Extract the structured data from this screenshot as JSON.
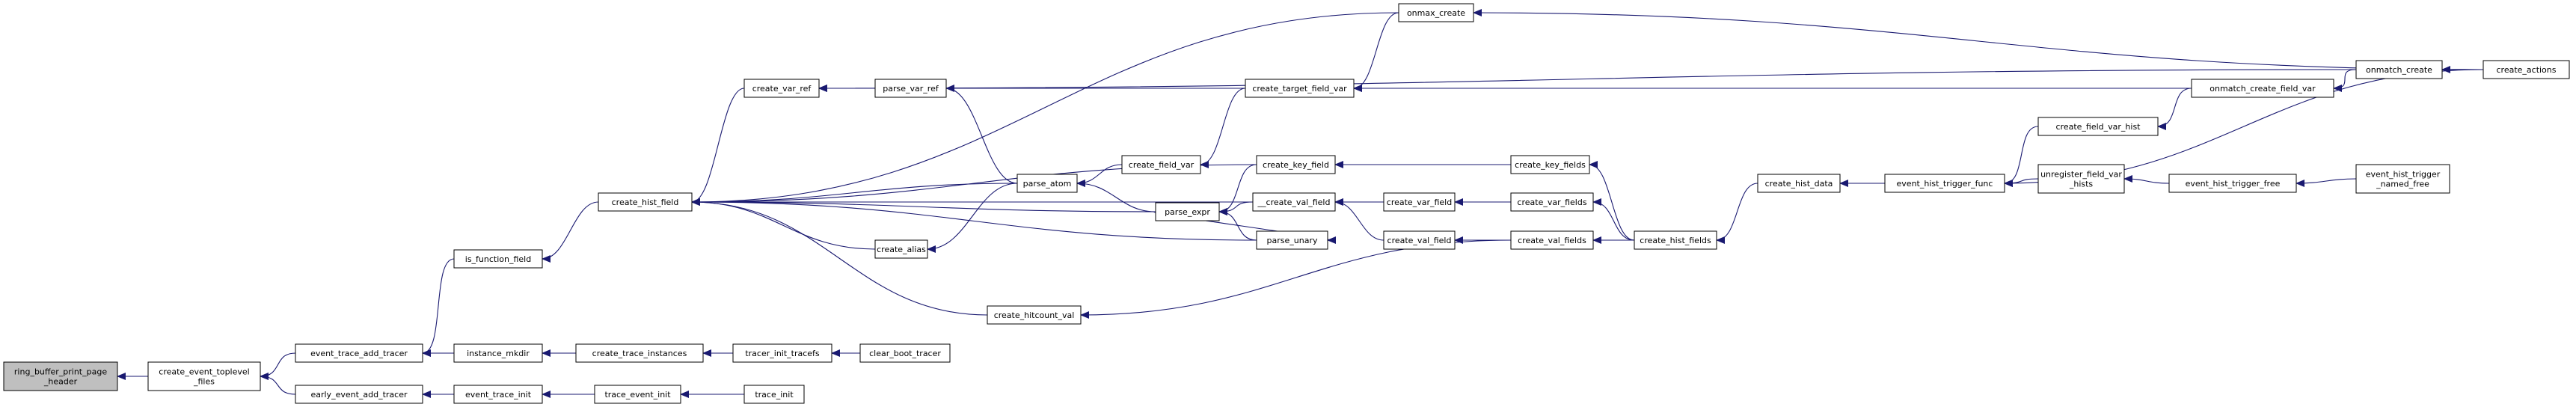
{
  "diagram": {
    "nodes": [
      {
        "id": "rbpph",
        "lines": [
          "ring_buffer_print_page",
          "_header"
        ],
        "highlight": true
      },
      {
        "id": "cetf",
        "lines": [
          "create_event_toplevel",
          "_files"
        ]
      },
      {
        "id": "etat",
        "lines": [
          "event_trace_add_tracer"
        ]
      },
      {
        "id": "eeat",
        "lines": [
          "early_event_add_tracer"
        ]
      },
      {
        "id": "iff",
        "lines": [
          "is_function_field"
        ]
      },
      {
        "id": "im",
        "lines": [
          "instance_mkdir"
        ]
      },
      {
        "id": "eti",
        "lines": [
          "event_trace_init"
        ]
      },
      {
        "id": "chf",
        "lines": [
          "create_hist_field"
        ]
      },
      {
        "id": "cti",
        "lines": [
          "create_trace_instances"
        ]
      },
      {
        "id": "tei",
        "lines": [
          "trace_event_init"
        ]
      },
      {
        "id": "cvr",
        "lines": [
          "create_var_ref"
        ]
      },
      {
        "id": "ca",
        "lines": [
          "create_alias"
        ]
      },
      {
        "id": "chv",
        "lines": [
          "create_hitcount_val"
        ]
      },
      {
        "id": "titi",
        "lines": [
          "tracer_init_tracefs"
        ]
      },
      {
        "id": "ti",
        "lines": [
          "trace_init"
        ]
      },
      {
        "id": "pvr",
        "lines": [
          "parse_var_ref"
        ]
      },
      {
        "id": "pa",
        "lines": [
          "parse_atom"
        ]
      },
      {
        "id": "cbt",
        "lines": [
          "clear_boot_tracer"
        ]
      },
      {
        "id": "pe",
        "lines": [
          "parse_expr"
        ]
      },
      {
        "id": "pu",
        "lines": [
          "parse_unary"
        ]
      },
      {
        "id": "cfv",
        "lines": [
          "create_field_var"
        ]
      },
      {
        "id": "ctfv",
        "lines": [
          "create_target_field_var"
        ]
      },
      {
        "id": "ckf",
        "lines": [
          "create_key_field"
        ]
      },
      {
        "id": "_cvf",
        "lines": [
          "__create_val_field"
        ]
      },
      {
        "id": "cvaf",
        "lines": [
          "create_var_field"
        ]
      },
      {
        "id": "cvlf",
        "lines": [
          "create_val_field"
        ]
      },
      {
        "id": "oc",
        "lines": [
          "onmax_create"
        ]
      },
      {
        "id": "ckfs",
        "lines": [
          "create_key_fields"
        ]
      },
      {
        "id": "cvafs",
        "lines": [
          "create_var_fields"
        ]
      },
      {
        "id": "cvlfs",
        "lines": [
          "create_val_fields"
        ]
      },
      {
        "id": "chfs",
        "lines": [
          "create_hist_fields"
        ]
      },
      {
        "id": "chd",
        "lines": [
          "create_hist_data"
        ]
      },
      {
        "id": "ehtf",
        "lines": [
          "event_hist_trigger_func"
        ]
      },
      {
        "id": "cfvh",
        "lines": [
          "create_field_var_hist"
        ]
      },
      {
        "id": "ufvh",
        "lines": [
          "unregister_field_var",
          "_hists"
        ]
      },
      {
        "id": "ocfv",
        "lines": [
          "onmatch_create_field_var"
        ]
      },
      {
        "id": "ehtfree",
        "lines": [
          "event_hist_trigger_free"
        ]
      },
      {
        "id": "omc",
        "lines": [
          "onmatch_create"
        ]
      },
      {
        "id": "ehtnf",
        "lines": [
          "event_hist_trigger",
          "_named_free"
        ]
      },
      {
        "id": "cact",
        "lines": [
          "create_actions"
        ]
      }
    ],
    "edges": [
      [
        "cetf",
        "rbpph"
      ],
      [
        "etat",
        "cetf"
      ],
      [
        "eeat",
        "cetf"
      ],
      [
        "iff",
        "etat"
      ],
      [
        "im",
        "etat"
      ],
      [
        "eti",
        "eeat"
      ],
      [
        "chf",
        "iff"
      ],
      [
        "cti",
        "im"
      ],
      [
        "tei",
        "eti"
      ],
      [
        "cvr",
        "chf"
      ],
      [
        "ca",
        "chf"
      ],
      [
        "chv",
        "chf"
      ],
      [
        "pa",
        "chf"
      ],
      [
        "pe",
        "chf"
      ],
      [
        "pu",
        "chf"
      ],
      [
        "ckf",
        "chf"
      ],
      [
        "_cvf",
        "chf"
      ],
      [
        "oc",
        "chf"
      ],
      [
        "titi",
        "cti"
      ],
      [
        "ti",
        "tei"
      ],
      [
        "pvr",
        "cvr"
      ],
      [
        "ctfv",
        "cvr"
      ],
      [
        "omc",
        "cvr"
      ],
      [
        "pa",
        "ca"
      ],
      [
        "cvlfs",
        "chv"
      ],
      [
        "cbt",
        "titi"
      ],
      [
        "pa",
        "pvr"
      ],
      [
        "pe",
        "pa"
      ],
      [
        "cfv",
        "pa"
      ],
      [
        "ckf",
        "pe"
      ],
      [
        "pu",
        "pe"
      ],
      [
        "_cvf",
        "pe"
      ],
      [
        "pe",
        "pu"
      ],
      [
        "ctfv",
        "cfv"
      ],
      [
        "oc",
        "ctfv"
      ],
      [
        "ocfv",
        "ctfv"
      ],
      [
        "ckfs",
        "ckf"
      ],
      [
        "cvaf",
        "_cvf"
      ],
      [
        "cvlf",
        "_cvf"
      ],
      [
        "cvafs",
        "cvaf"
      ],
      [
        "cvlfs",
        "cvlf"
      ],
      [
        "cact",
        "oc"
      ],
      [
        "chfs",
        "ckfs"
      ],
      [
        "chfs",
        "cvafs"
      ],
      [
        "chfs",
        "cvlfs"
      ],
      [
        "chd",
        "chfs"
      ],
      [
        "ehtf",
        "chd"
      ],
      [
        "cfvh",
        "ehtf"
      ],
      [
        "ufvh",
        "ehtf"
      ],
      [
        "cact",
        "ehtf"
      ],
      [
        "ocfv",
        "cfvh"
      ],
      [
        "ehtfree",
        "ufvh"
      ],
      [
        "omc",
        "ocfv"
      ],
      [
        "ehtnf",
        "ehtfree"
      ],
      [
        "cact",
        "omc"
      ]
    ]
  }
}
